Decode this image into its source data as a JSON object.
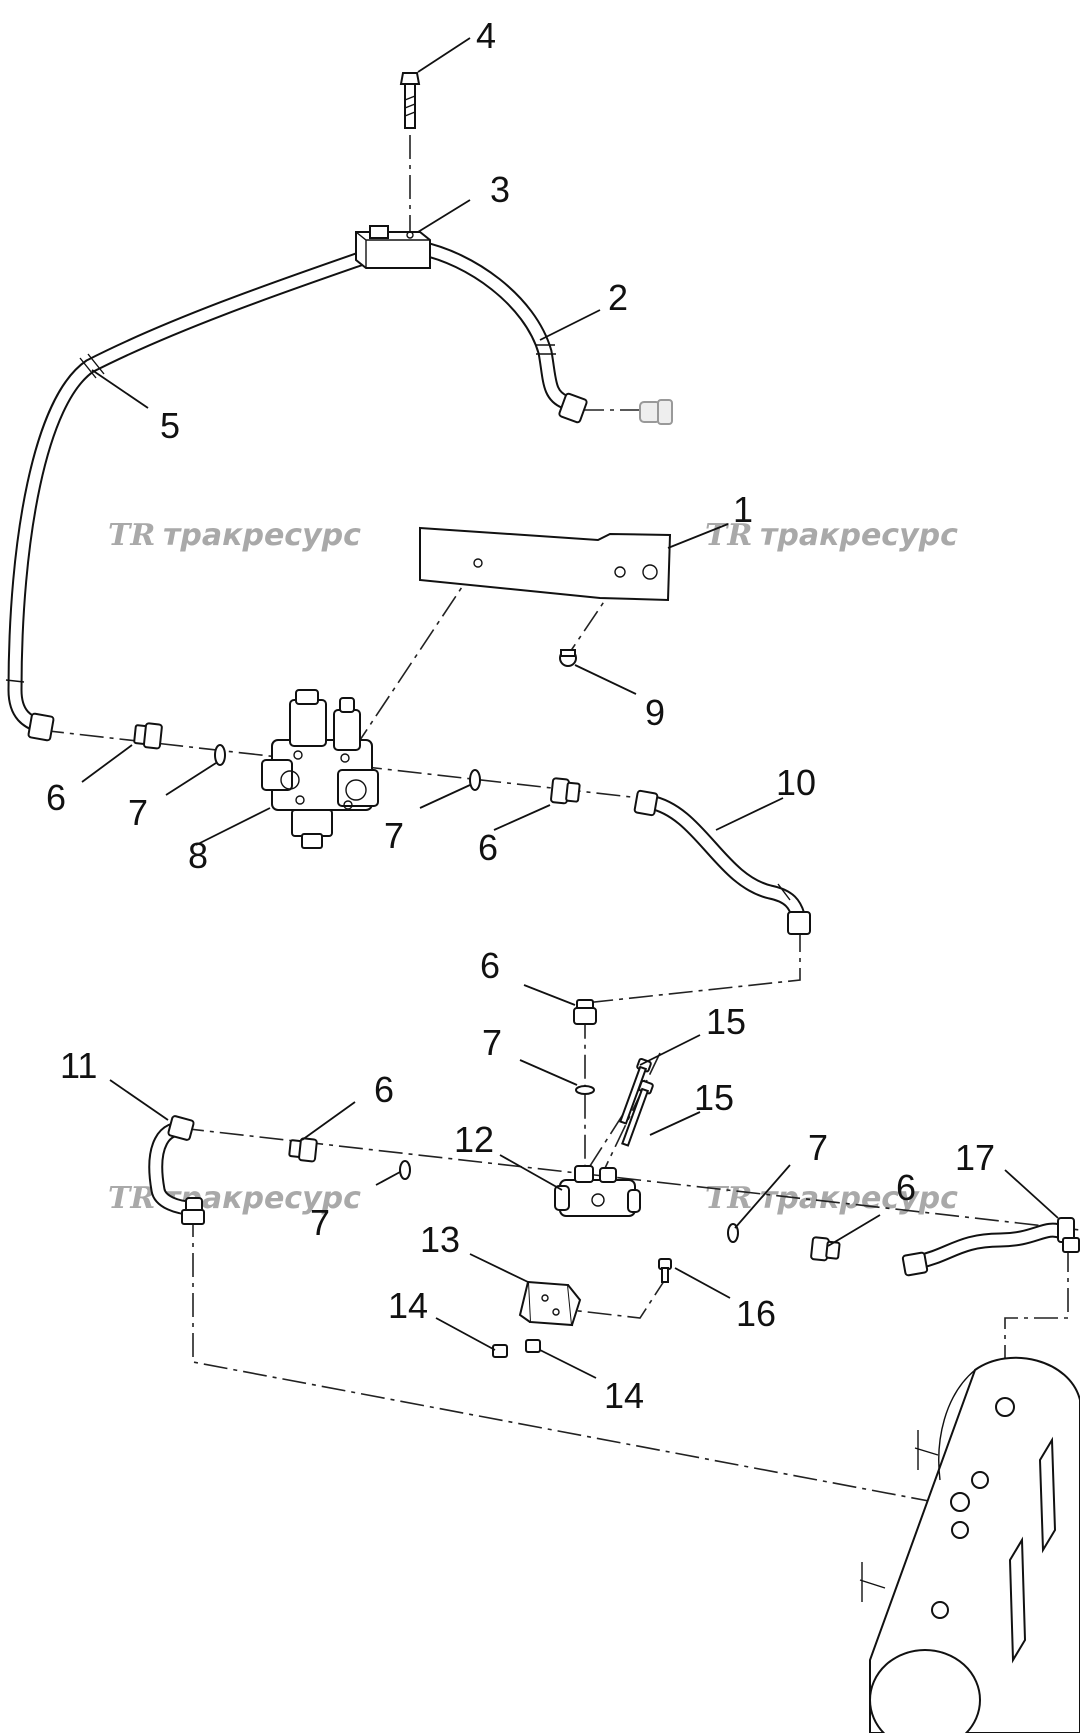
{
  "callouts": {
    "c1": "1",
    "c2": "2",
    "c3": "3",
    "c4": "4",
    "c5": "5",
    "c6a": "6",
    "c6b": "6",
    "c6c": "6",
    "c6d": "6",
    "c6e": "6",
    "c7a": "7",
    "c7b": "7",
    "c7c": "7",
    "c7d": "7",
    "c7e": "7",
    "c8": "8",
    "c9": "9",
    "c10": "10",
    "c11": "11",
    "c12": "12",
    "c13": "13",
    "c14a": "14",
    "c14b": "14",
    "c15a": "15",
    "c15b": "15",
    "c16": "16",
    "c17": "17"
  },
  "watermark": {
    "logo": "TR",
    "text": "тракресурс"
  }
}
